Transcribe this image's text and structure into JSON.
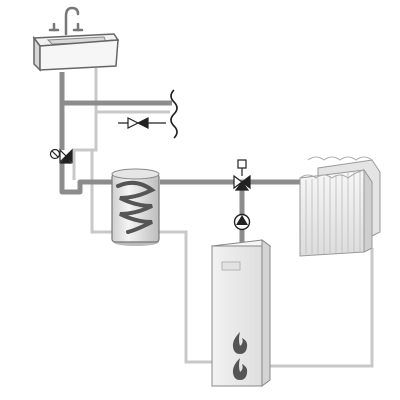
{
  "diagram": {
    "kind": "heating and domestic hot water schematic",
    "components": {
      "sink": {
        "icon": "sink-icon",
        "faucet_icon": "faucet-icon"
      },
      "supply_valve": {
        "icon": "valve-icon"
      },
      "mixing_valve_left": {
        "icon": "mixing-valve-icon"
      },
      "storage_tank": {
        "icon": "hot-water-tank-icon",
        "coil_icon": "coil-icon"
      },
      "diverter_valve": {
        "icon": "three-way-valve-icon",
        "actuator_icon": "actuator-icon"
      },
      "pump": {
        "icon": "pump-icon"
      },
      "radiators": {
        "icon": "radiator-icon",
        "count": 2
      },
      "boiler": {
        "icon": "boiler-icon",
        "flame_icon": "flame-icon",
        "flame_count": 2
      }
    },
    "colors": {
      "flow_pipe": "#8c8c8c",
      "return_pipe": "#c8c8c8",
      "equipment_face": "#ececec",
      "coil": "#555555",
      "symbols": "#222222",
      "flame": "#555555"
    }
  }
}
